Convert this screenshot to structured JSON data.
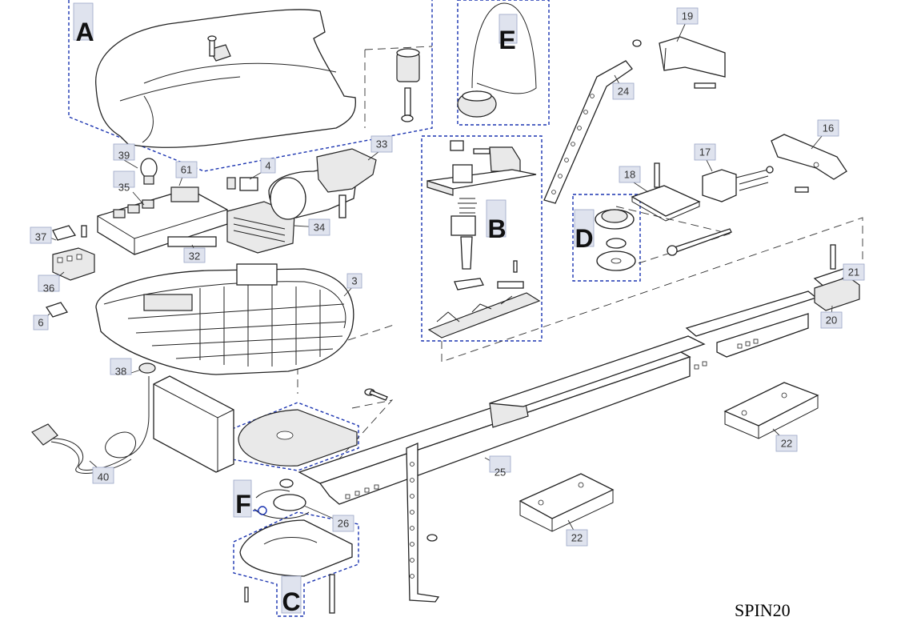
{
  "model": "SPIN20",
  "groups": [
    {
      "id": "group-a",
      "letter": "A"
    },
    {
      "id": "group-b",
      "letter": "B"
    },
    {
      "id": "group-c",
      "letter": "C"
    },
    {
      "id": "group-d",
      "letter": "D"
    },
    {
      "id": "group-e",
      "letter": "E"
    },
    {
      "id": "group-f",
      "letter": "F"
    }
  ],
  "parts": [
    "3",
    "4",
    "6",
    "16",
    "17",
    "18",
    "19",
    "20",
    "21",
    "22",
    "22",
    "24",
    "25",
    "26",
    "32",
    "33",
    "34",
    "35",
    "36",
    "37",
    "38",
    "39",
    "40",
    "61"
  ],
  "colors": {
    "group_outline": "#1a33b0",
    "callout_fill": "#dfe3ee",
    "line": "#222222"
  }
}
